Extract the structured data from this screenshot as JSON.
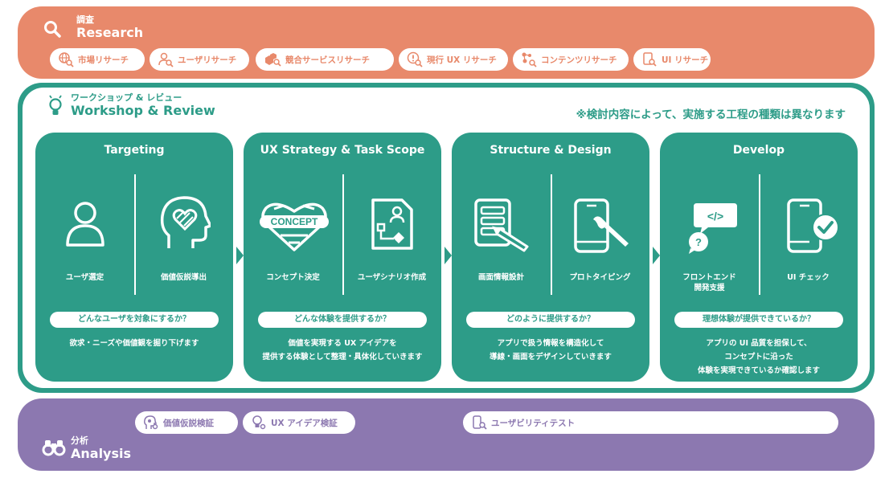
{
  "research": {
    "title_jp": "調査",
    "title_en": "Research",
    "items": [
      {
        "label": "市場リサーチ",
        "icon": "globe-search-icon"
      },
      {
        "label": "ユーザリサーチ",
        "icon": "user-search-icon"
      },
      {
        "label": "競合サービスリサーチ",
        "icon": "cubes-search-icon"
      },
      {
        "label": "現行 UX リサーチ",
        "icon": "warning-search-icon"
      },
      {
        "label": "コンテンツリサーチ",
        "icon": "network-search-icon"
      },
      {
        "label": "UI リサーチ",
        "icon": "document-search-icon"
      }
    ]
  },
  "workshop": {
    "title_jp": "ワークショップ & レビュー",
    "title_en": "Workshop & Review",
    "note": "※検討内容によって、実施する工程の種類は異なります",
    "cards": [
      {
        "title": "Targeting",
        "left_label": "ユーザ選定",
        "right_label": "価値仮説導出",
        "question": "どんなユーザを対象にするか？",
        "desc": [
          "欲求・ニーズや価値観を掘り下げます"
        ]
      },
      {
        "title": "UX Strategy & Task Scope",
        "left_label": "コンセプト決定",
        "right_label": "ユーザシナリオ作成",
        "concept_text": "CONCEPT",
        "question": "どんな体験を提供するか？",
        "desc": [
          "価値を実現する UX アイデアを",
          "提供する体験として整理・具体化していきます"
        ]
      },
      {
        "title": "Structure & Design",
        "left_label": "画面情報設計",
        "right_label": "プロトタイピング",
        "question": "どのように提供するか？",
        "desc": [
          "アプリで扱う情報を構造化して",
          "導線・画面をデザインしていきます"
        ]
      },
      {
        "title": "Develop",
        "left_label": [
          "フロントエンド",
          "開発支援"
        ],
        "right_label": "UI チェック",
        "code_text": "</>",
        "question_mark": "?",
        "question": "理想体験が提供できているか？",
        "desc": [
          "アプリの UI 品質を担保して、",
          "コンセプトに沿った",
          "体験を実現できているか確認します"
        ]
      }
    ]
  },
  "analysis": {
    "title_jp": "分析",
    "title_en": "Analysis",
    "items": [
      {
        "label": "価値仮説検証",
        "icon": "head-heart-search-icon"
      },
      {
        "label": "UX アイデア検証",
        "icon": "bulb-search-icon"
      },
      {
        "label": "ユーザビリティテスト",
        "icon": "phone-search-icon"
      }
    ]
  },
  "colors": {
    "research": "#e8896b",
    "workshop": "#2d9c88",
    "analysis": "#8c78b0"
  }
}
